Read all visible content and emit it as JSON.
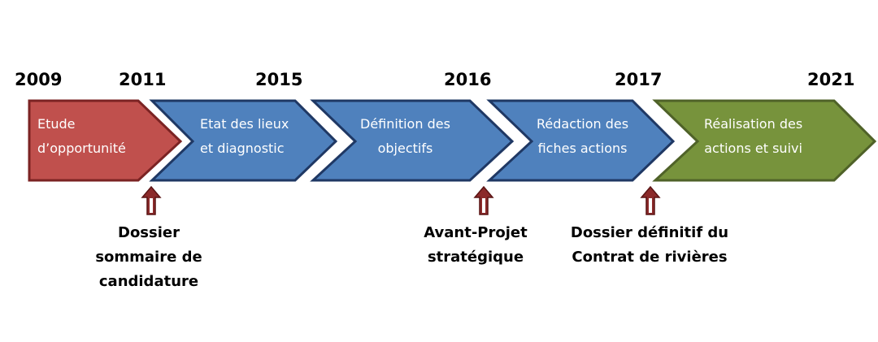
{
  "years": [
    "2009",
    "2011",
    "2015",
    "2016",
    "2017",
    "2021"
  ],
  "phases": [
    {
      "line1": "Etude",
      "line2": "d’opportunité",
      "color": "#c0504d",
      "border": "#7b2323"
    },
    {
      "line1": "Etat des lieux",
      "line2": "et diagnostic",
      "color": "#4f81bd",
      "border": "#1f3864"
    },
    {
      "line1": "Définition des",
      "line2": "objectifs",
      "color": "#4f81bd",
      "border": "#1f3864"
    },
    {
      "line1": "Rédaction des",
      "line2": "fiches actions",
      "color": "#4f81bd",
      "border": "#1f3864"
    },
    {
      "line1": "Réalisation des",
      "line2": "actions et suivi",
      "color": "#77933c",
      "border": "#4f6228"
    }
  ],
  "milestones": [
    {
      "line1": "Dossier",
      "line2": "sommaire de",
      "line3": "candidature"
    },
    {
      "line1": "Avant-Projet",
      "line2": "stratégique",
      "line3": ""
    },
    {
      "line1": "Dossier définitif du",
      "line2": "Contrat de rivières",
      "line3": ""
    }
  ],
  "marker_color": "#8b2a2a"
}
